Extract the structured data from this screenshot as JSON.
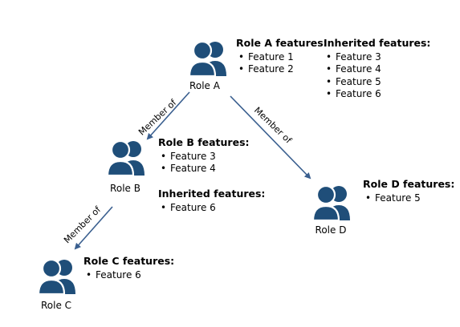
{
  "colors": {
    "icon": "#1f4e79",
    "arrow": "#3a5f8f"
  },
  "roles": {
    "a": {
      "icon": "people-icon",
      "name": "Role A",
      "features_heading": "Role A features:",
      "features": [
        "Feature 1",
        "Feature 2"
      ],
      "inherited_heading": "Inherited features:",
      "inherited": [
        "Feature 3",
        "Feature 4",
        "Feature 5",
        "Feature 6"
      ]
    },
    "b": {
      "icon": "people-icon",
      "name": "Role B",
      "features_heading": "Role B features:",
      "features": [
        "Feature 3",
        "Feature 4"
      ],
      "inherited_heading": "Inherited features:",
      "inherited": [
        "Feature 6"
      ]
    },
    "c": {
      "icon": "people-icon",
      "name": "Role C",
      "features_heading": "Role C features:",
      "features": [
        "Feature 6"
      ]
    },
    "d": {
      "icon": "people-icon",
      "name": "Role D",
      "features_heading": "Role D features:",
      "features": [
        "Feature 5"
      ]
    }
  },
  "edges": [
    {
      "from": "Role A",
      "to": "Role B",
      "label": "Member of"
    },
    {
      "from": "Role A",
      "to": "Role D",
      "label": "Member of"
    },
    {
      "from": "Role B",
      "to": "Role C",
      "label": "Member of"
    }
  ]
}
